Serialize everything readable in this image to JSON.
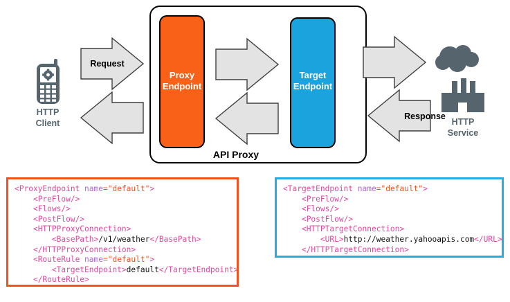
{
  "diagram": {
    "title": "API Proxy",
    "nodes": {
      "proxy_endpoint": {
        "line1": "Proxy",
        "line2": "Endpoint",
        "color": "#FA6118"
      },
      "target_endpoint": {
        "line1": "Target",
        "line2": "Endpoint",
        "color": "#1AA3DC"
      },
      "http_client": {
        "line1": "HTTP",
        "line2": "Client",
        "icon": "mobile-phone-gear-icon",
        "color": "#56646E"
      },
      "http_service": {
        "line1": "HTTP",
        "line2": "Service",
        "icon": "cloud-factory-icon",
        "color": "#56646E"
      }
    },
    "arrows": {
      "request": "Request",
      "response": "Response",
      "client_inbound": "",
      "proxy_to_target": "",
      "target_to_proxy": "",
      "service_inbound": "",
      "arrow_fill": "#E3E3E3",
      "arrow_stroke": "#3F3F3F"
    }
  },
  "code": {
    "proxy_endpoint": {
      "border_color": "#F4511E",
      "lines": [
        [
          {
            "t": "tag",
            "s": "<ProxyEndpoint "
          },
          {
            "t": "attr",
            "s": "name"
          },
          {
            "t": "val",
            "s": "=\"default\""
          },
          {
            "t": "tag",
            "s": ">"
          }
        ],
        [
          {
            "t": "txt",
            "s": "    "
          },
          {
            "t": "tag",
            "s": "<PreFlow/>"
          }
        ],
        [
          {
            "t": "txt",
            "s": "    "
          },
          {
            "t": "tag",
            "s": "<Flows/>"
          }
        ],
        [
          {
            "t": "txt",
            "s": "    "
          },
          {
            "t": "tag",
            "s": "<PostFlow/>"
          }
        ],
        [
          {
            "t": "txt",
            "s": "    "
          },
          {
            "t": "tag",
            "s": "<HTTPProxyConnection>"
          }
        ],
        [
          {
            "t": "txt",
            "s": "        "
          },
          {
            "t": "tag",
            "s": "<BasePath>"
          },
          {
            "t": "txt",
            "s": "/v1/weather"
          },
          {
            "t": "tag",
            "s": "</BasePath>"
          }
        ],
        [
          {
            "t": "txt",
            "s": "    "
          },
          {
            "t": "tag",
            "s": "</HTTPProxyConnection>"
          }
        ],
        [
          {
            "t": "txt",
            "s": "    "
          },
          {
            "t": "tag",
            "s": "<RouteRule "
          },
          {
            "t": "attr",
            "s": "name"
          },
          {
            "t": "val",
            "s": "=\"default\""
          },
          {
            "t": "tag",
            "s": ">"
          }
        ],
        [
          {
            "t": "txt",
            "s": "        "
          },
          {
            "t": "tag",
            "s": "<TargetEndpoint>"
          },
          {
            "t": "txt",
            "s": "default"
          },
          {
            "t": "tag",
            "s": "</TargetEndpoint>"
          }
        ],
        [
          {
            "t": "txt",
            "s": "    "
          },
          {
            "t": "tag",
            "s": "</RouteRule>"
          }
        ],
        [
          {
            "t": "tag",
            "s": "</ProxyEndpoint>"
          }
        ]
      ]
    },
    "target_endpoint": {
      "border_color": "#29ABE2",
      "lines": [
        [
          {
            "t": "tag",
            "s": "<TargetEndpoint "
          },
          {
            "t": "attr",
            "s": "name"
          },
          {
            "t": "val",
            "s": "=\"default\""
          },
          {
            "t": "tag",
            "s": ">"
          }
        ],
        [
          {
            "t": "txt",
            "s": "    "
          },
          {
            "t": "tag",
            "s": "<PreFlow/>"
          }
        ],
        [
          {
            "t": "txt",
            "s": "    "
          },
          {
            "t": "tag",
            "s": "<Flows/>"
          }
        ],
        [
          {
            "t": "txt",
            "s": "    "
          },
          {
            "t": "tag",
            "s": "<PostFlow/>"
          }
        ],
        [
          {
            "t": "txt",
            "s": "    "
          },
          {
            "t": "tag",
            "s": "<HTTPTargetConnection>"
          }
        ],
        [
          {
            "t": "txt",
            "s": "        "
          },
          {
            "t": "tag",
            "s": "<URL>"
          },
          {
            "t": "txt",
            "s": "http://weather.yahooapis.com"
          },
          {
            "t": "tag",
            "s": "</URL>"
          }
        ],
        [
          {
            "t": "txt",
            "s": "    "
          },
          {
            "t": "tag",
            "s": "</HTTPTargetConnection>"
          }
        ],
        [
          {
            "t": "tag",
            "s": "</TargetEndpoint>"
          }
        ]
      ]
    }
  }
}
